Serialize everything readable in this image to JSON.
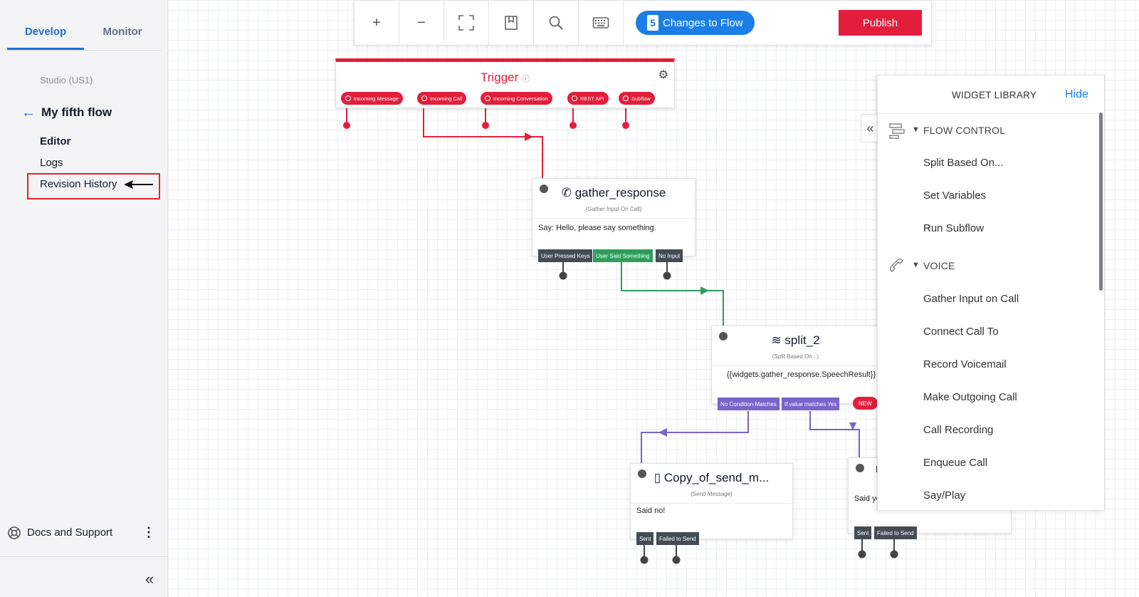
{
  "sidebar": {
    "tabs": [
      {
        "label": "Develop"
      },
      {
        "label": "Monitor"
      }
    ],
    "region": "Studio (US1)",
    "flow_title": "My fifth flow",
    "nav": {
      "editor": "Editor",
      "logs": "Logs",
      "revision_history": "Revision History"
    },
    "docs_label": "Docs and Support"
  },
  "toolbar": {
    "zoom_in": "+",
    "zoom_out": "−",
    "changes_count": "5",
    "changes_label": "Changes to Flow",
    "publish_label": "Publish"
  },
  "trigger": {
    "title": "Trigger",
    "pills": [
      "Incoming Message",
      "Incoming Call",
      "Incoming Conversation",
      "REST API",
      "Subflow"
    ]
  },
  "gather_response": {
    "title": "gather_response",
    "subtitle": "(Gather Input On Call)",
    "body": "Say: Hello, please say something.",
    "outputs": [
      "User Pressed Keys",
      "User Said Something",
      "No Input"
    ]
  },
  "split_2": {
    "title": "split_2",
    "subtitle": "(Split Based On...)",
    "body": "{{widgets.gather_response.SpeechResult}}",
    "outputs": [
      "No Condition Matches",
      "If value matches Yes",
      "NEW"
    ]
  },
  "copy_send": {
    "title": "Copy_of_send_m...",
    "subtitle": "(Send Message)",
    "body": "Said no!",
    "outputs": [
      "Sent",
      "Failed to Send"
    ]
  },
  "send_yes": {
    "title_fragment": "D",
    "body": "Said ye",
    "outputs": [
      "Sent",
      "Failed to Send"
    ]
  },
  "library": {
    "title": "WIDGET LIBRARY",
    "hide_label": "Hide",
    "sections": [
      {
        "name": "FLOW CONTROL",
        "items": [
          "Split Based On...",
          "Set Variables",
          "Run Subflow"
        ]
      },
      {
        "name": "VOICE",
        "items": [
          "Gather Input on Call",
          "Connect Call To",
          "Record Voicemail",
          "Make Outgoing Call",
          "Call Recording",
          "Enqueue Call",
          "Say/Play"
        ]
      }
    ]
  },
  "colors": {
    "accent_blue": "#1a7ee6",
    "trigger_red": "#e31e3c",
    "green_path": "#2f9e5b",
    "purple_path": "#7a63c9",
    "highlight_box": "#e0242f"
  }
}
